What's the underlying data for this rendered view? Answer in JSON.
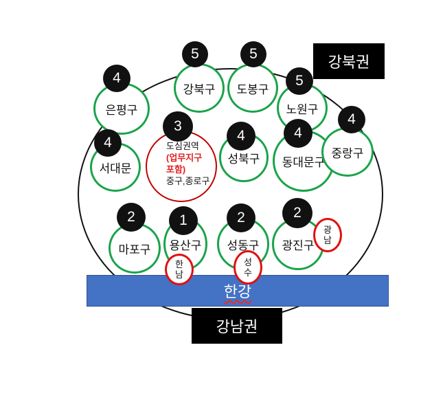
{
  "regions": {
    "north": "강북권",
    "south": "강남권"
  },
  "river": "한강",
  "districts": {
    "gangbuk": {
      "name": "강북구",
      "level": "5"
    },
    "dobong": {
      "name": "도봉구",
      "level": "5"
    },
    "nowon": {
      "name": "노원구",
      "level": "5"
    },
    "eunpyeong": {
      "name": "은평구",
      "level": "4"
    },
    "seodaemun": {
      "name": "서대문",
      "level": "4"
    },
    "seongbuk": {
      "name": "성북구",
      "level": "4"
    },
    "dongdaemun": {
      "name": "동대문구",
      "level": "4"
    },
    "jungnang": {
      "name": "중랑구",
      "level": "4"
    },
    "downtown": {
      "level": "3",
      "line1": "도심권역",
      "line2": "(업무지구",
      "line3": "포함)",
      "line4": "중구,종로구"
    },
    "mapo": {
      "name": "마포구",
      "level": "2"
    },
    "yongsan": {
      "name": "용산구",
      "level": "1"
    },
    "seongdong": {
      "name": "성동구",
      "level": "2"
    },
    "gwangjin": {
      "name": "광진구",
      "level": "2"
    }
  },
  "sub_areas": {
    "hannam": {
      "line1": "한",
      "line2": "남"
    },
    "seongsu": {
      "line1": "성",
      "line2": "수"
    },
    "gwangnam": {
      "line1": "광",
      "line2": "남"
    }
  },
  "colors": {
    "district_border": "#1aa34a",
    "subarea_border": "#e01010",
    "downtown_border": "#c00000",
    "river": "#4472c4",
    "badge": "#111111"
  }
}
